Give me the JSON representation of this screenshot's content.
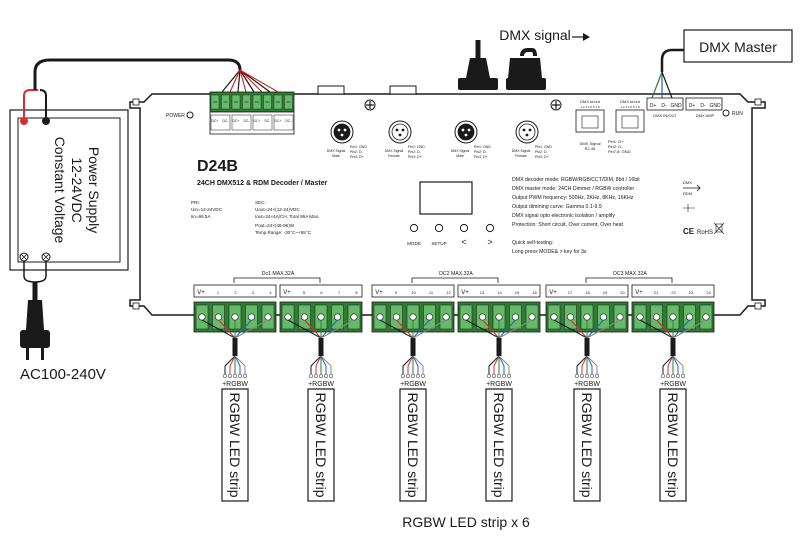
{
  "power_supply": {
    "line1": "Power Supply",
    "line2": "12-24VDC",
    "line3": "Constant Voltage",
    "ac_label": "AC100-240V"
  },
  "signals": {
    "dmx_signal": "DMX signal",
    "dmx_master": "DMX Master"
  },
  "device": {
    "model": "D24B",
    "subtitle": "24CH DMX512 & RDM Decoder / Master",
    "power_label": "POWER",
    "run_label": "RUN",
    "pri_lines": [
      "PRI:",
      "Uin=12-24VDC",
      "Iin=96.5A"
    ],
    "sec_lines": [
      "SEC:",
      "Uout=24×(12-24)VDC",
      "Iout=24×4A/CH, Total 96A Max.",
      "Pout=24×(48-96)W",
      "Temp.Range: -30°C~+55°C"
    ],
    "spec_lines": [
      "DMX decoder mode: RGBW/RGB/CCT/DIM, 8bit / 16bit",
      "DMX master mode: 24CH Dimmer / RGBW controller",
      "Output PWM frequency: 500Hz, 2KHz, 8KHz, 16KHz",
      "Output dimming curve: Gamma 0.1-9.9",
      "DMX signal opto electronic isolation / amplify",
      "Protection: Short circuit, Over current, Over heat",
      "",
      "Quick self-testing:",
      "Long press MODE& > key for 3s"
    ],
    "buttons": [
      "MODE",
      "SETUP",
      "<",
      ">"
    ],
    "input_terms": [
      "DC+",
      "DC-",
      "DC+",
      "DC-",
      "DC+",
      "DC-",
      "DC+",
      "DC-"
    ],
    "connectors": [
      {
        "name": "DMX Signal",
        "kind": "Male",
        "pins": [
          "Pin1: GND",
          "Pin2: D-",
          "Pin3: D+"
        ]
      },
      {
        "name": "DMX Signal",
        "kind": "Female",
        "pins": [
          "Pin1: GND",
          "Pin2: D-",
          "Pin3: D+"
        ]
      },
      {
        "name": "DMX Signal",
        "kind": "Male",
        "pins": [
          "Pin1: GND",
          "Pin2: D-",
          "Pin3: D+"
        ]
      },
      {
        "name": "DMX Signal",
        "kind": "Female",
        "pins": [
          "Pin1: GND",
          "Pin2: D-",
          "Pin3: D+"
        ]
      }
    ],
    "rj45": {
      "in_label": "DMX in/out",
      "in_pins": "1 2 3 4 5 6 7 8",
      "out_label": "DMX in/out",
      "out_pins": "1 2 3 4 5 6 7 8",
      "name": "DMX Signal",
      "type": "RJ-45",
      "pins": [
        "Pin1: D+",
        "Pin2: D-",
        "Pin7,8: GND"
      ]
    },
    "dmx_term": [
      "D+",
      "D-",
      "GND"
    ],
    "dmx_term2": [
      "D+",
      "D-",
      "GND"
    ],
    "dmx_inout": "DMX IN/OUT",
    "dmx_amp": "DMX AMP",
    "marks": {
      "dmx": "DMX",
      "rdm": "RDM",
      "ce": "CE",
      "rohs": "RoHS"
    },
    "groups": [
      {
        "label": "Dc1 MAX.32A",
        "blocks": [
          [
            "V+",
            "1",
            "2",
            "3",
            "4"
          ],
          [
            "V+",
            "5",
            "6",
            "7",
            "8"
          ]
        ]
      },
      {
        "label": "DC2 MAX.32A",
        "blocks": [
          [
            "V+",
            "9",
            "10",
            "11",
            "12"
          ],
          [
            "V+",
            "13",
            "14",
            "15",
            "16"
          ]
        ]
      },
      {
        "label": "DC3 MAX.32A",
        "blocks": [
          [
            "V+",
            "17",
            "18",
            "19",
            "20"
          ],
          [
            "V+",
            "21",
            "22",
            "23",
            "24"
          ]
        ]
      }
    ]
  },
  "strip": {
    "label": "RGBW LED strip",
    "wire_label": "+RGBW",
    "bottom_caption": "RGBW LED strip x 6"
  },
  "colors": {
    "green": "#2e7d32",
    "red": "#d32f2f",
    "blue": "#1e63c6",
    "yellow": "#f2c500",
    "white": "#ffffff",
    "black": "#1a1a1a"
  }
}
